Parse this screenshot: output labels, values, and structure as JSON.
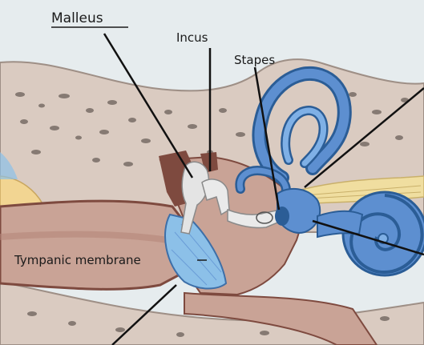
{
  "labels": {
    "malleus": "Malleus",
    "incus": "Incus",
    "stapes": "Stapes",
    "tympanic_membrane": "Tympanic membrane"
  },
  "colors": {
    "background": "#e6ecee",
    "bone": "#dacbc1",
    "bone_pores": "#6a5f58",
    "canal_tissue": "#c9a396",
    "dark_tissue": "#7e4a3f",
    "cochlea_blue": "#5d8fd0",
    "cochlea_dark": "#2b5d96",
    "eardrum_blue": "#8cc0e8",
    "ossicle_grey": "#e4e4e4",
    "nerve_yellow": "#f0dea0",
    "skin_yellow": "#f2d592"
  }
}
